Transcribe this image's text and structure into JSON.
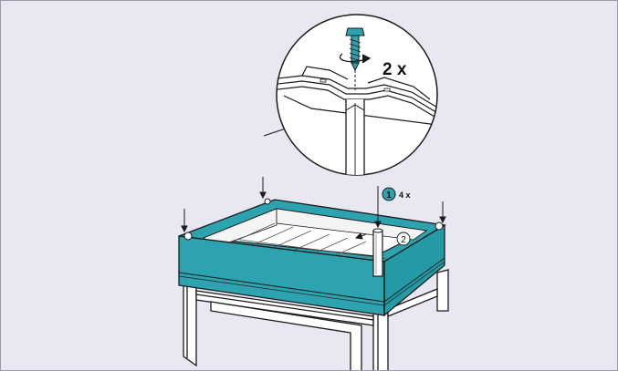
{
  "colors": {
    "background": "#e8e8f2",
    "accent": "#2ea3b0",
    "accent_dark": "#1c7f8a",
    "line": "#1a1a1a",
    "white": "#ffffff"
  },
  "icons": [
    "screw-icon",
    "rotation-arrow-icon",
    "arrow-down-icon"
  ],
  "detail": {
    "screw_count": "2 x"
  },
  "step1": {
    "number": "1",
    "count": "4 x"
  },
  "step2": {
    "number": "2"
  }
}
